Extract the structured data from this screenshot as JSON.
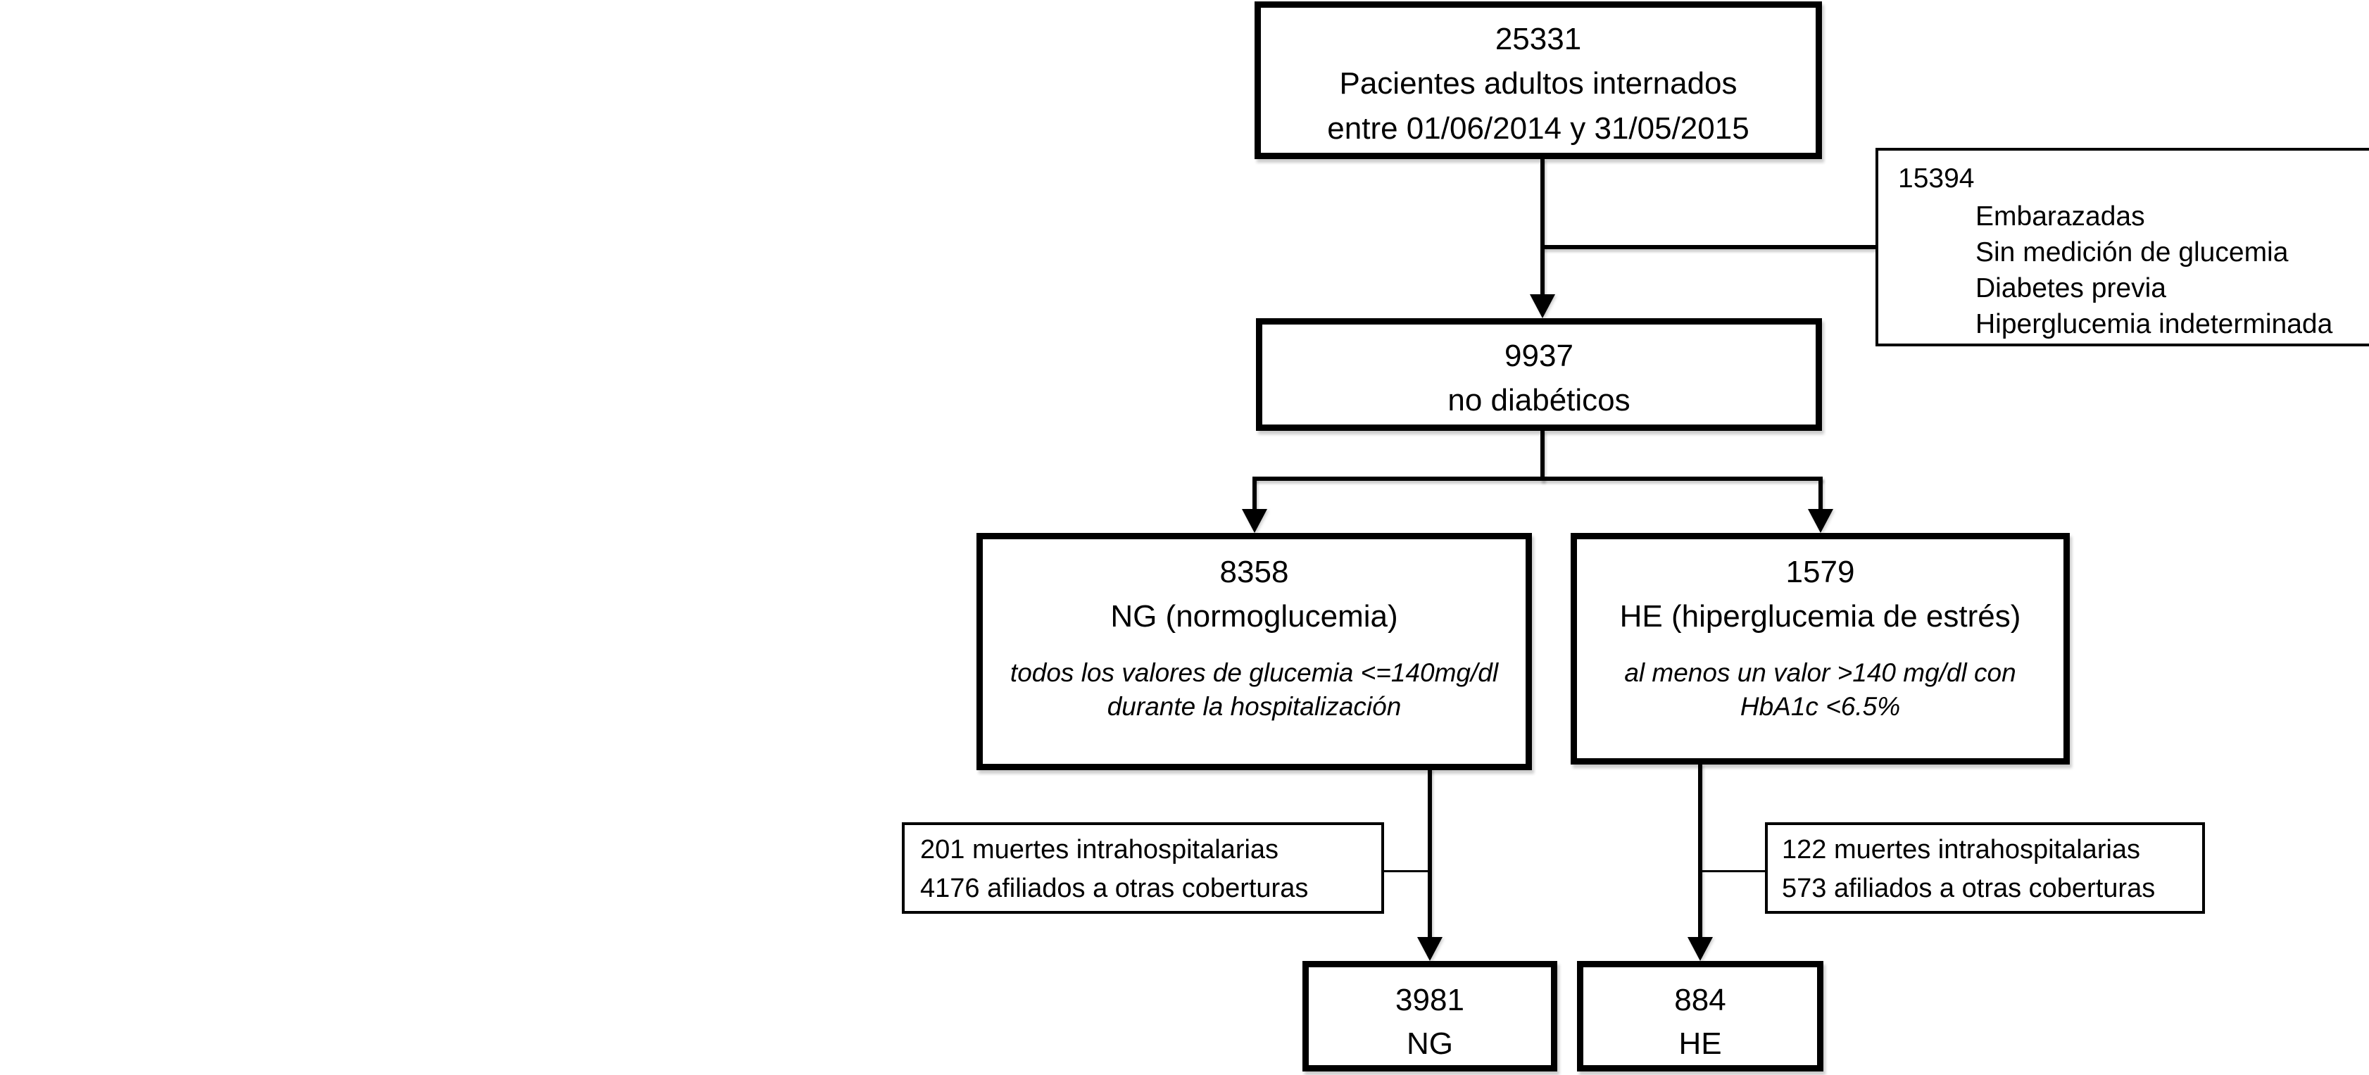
{
  "figure": {
    "colors": {
      "ink": "#000000",
      "background": "#ffffff"
    },
    "boxes": {
      "total": {
        "number": "25331",
        "line1": "Pacientes adultos internados",
        "line2": "entre 01/06/2014 y 31/05/2015"
      },
      "excluded": {
        "number": "15394",
        "items": [
          "Embarazadas",
          "Sin medición de glucemia",
          "Diabetes previa",
          "Hiperglucemia indeterminada"
        ]
      },
      "non_diabetic": {
        "number": "9937",
        "label": "no diabéticos"
      },
      "normoglycemia": {
        "number": "8358",
        "label": "NG (normoglucemia)",
        "criteria1": "todos los valores de glucemia <=140mg/dl",
        "criteria2": "durante la hospitalización"
      },
      "stress_hyperglycemia": {
        "number": "1579",
        "label": "HE (hiperglucemia de estrés)",
        "criteria1": "al menos un valor >140 mg/dl con",
        "criteria2": "HbA1c <6.5%"
      },
      "ng_excluded": {
        "line1": "201 muertes intrahospitalarias",
        "line2": "4176 afiliados a otras coberturas"
      },
      "he_excluded": {
        "line1": "122 muertes intrahospitalarias",
        "line2": "573 afiliados a otras coberturas"
      },
      "ng_final": {
        "number": "3981",
        "label": "NG"
      },
      "he_final": {
        "number": "884",
        "label": "HE"
      }
    }
  }
}
